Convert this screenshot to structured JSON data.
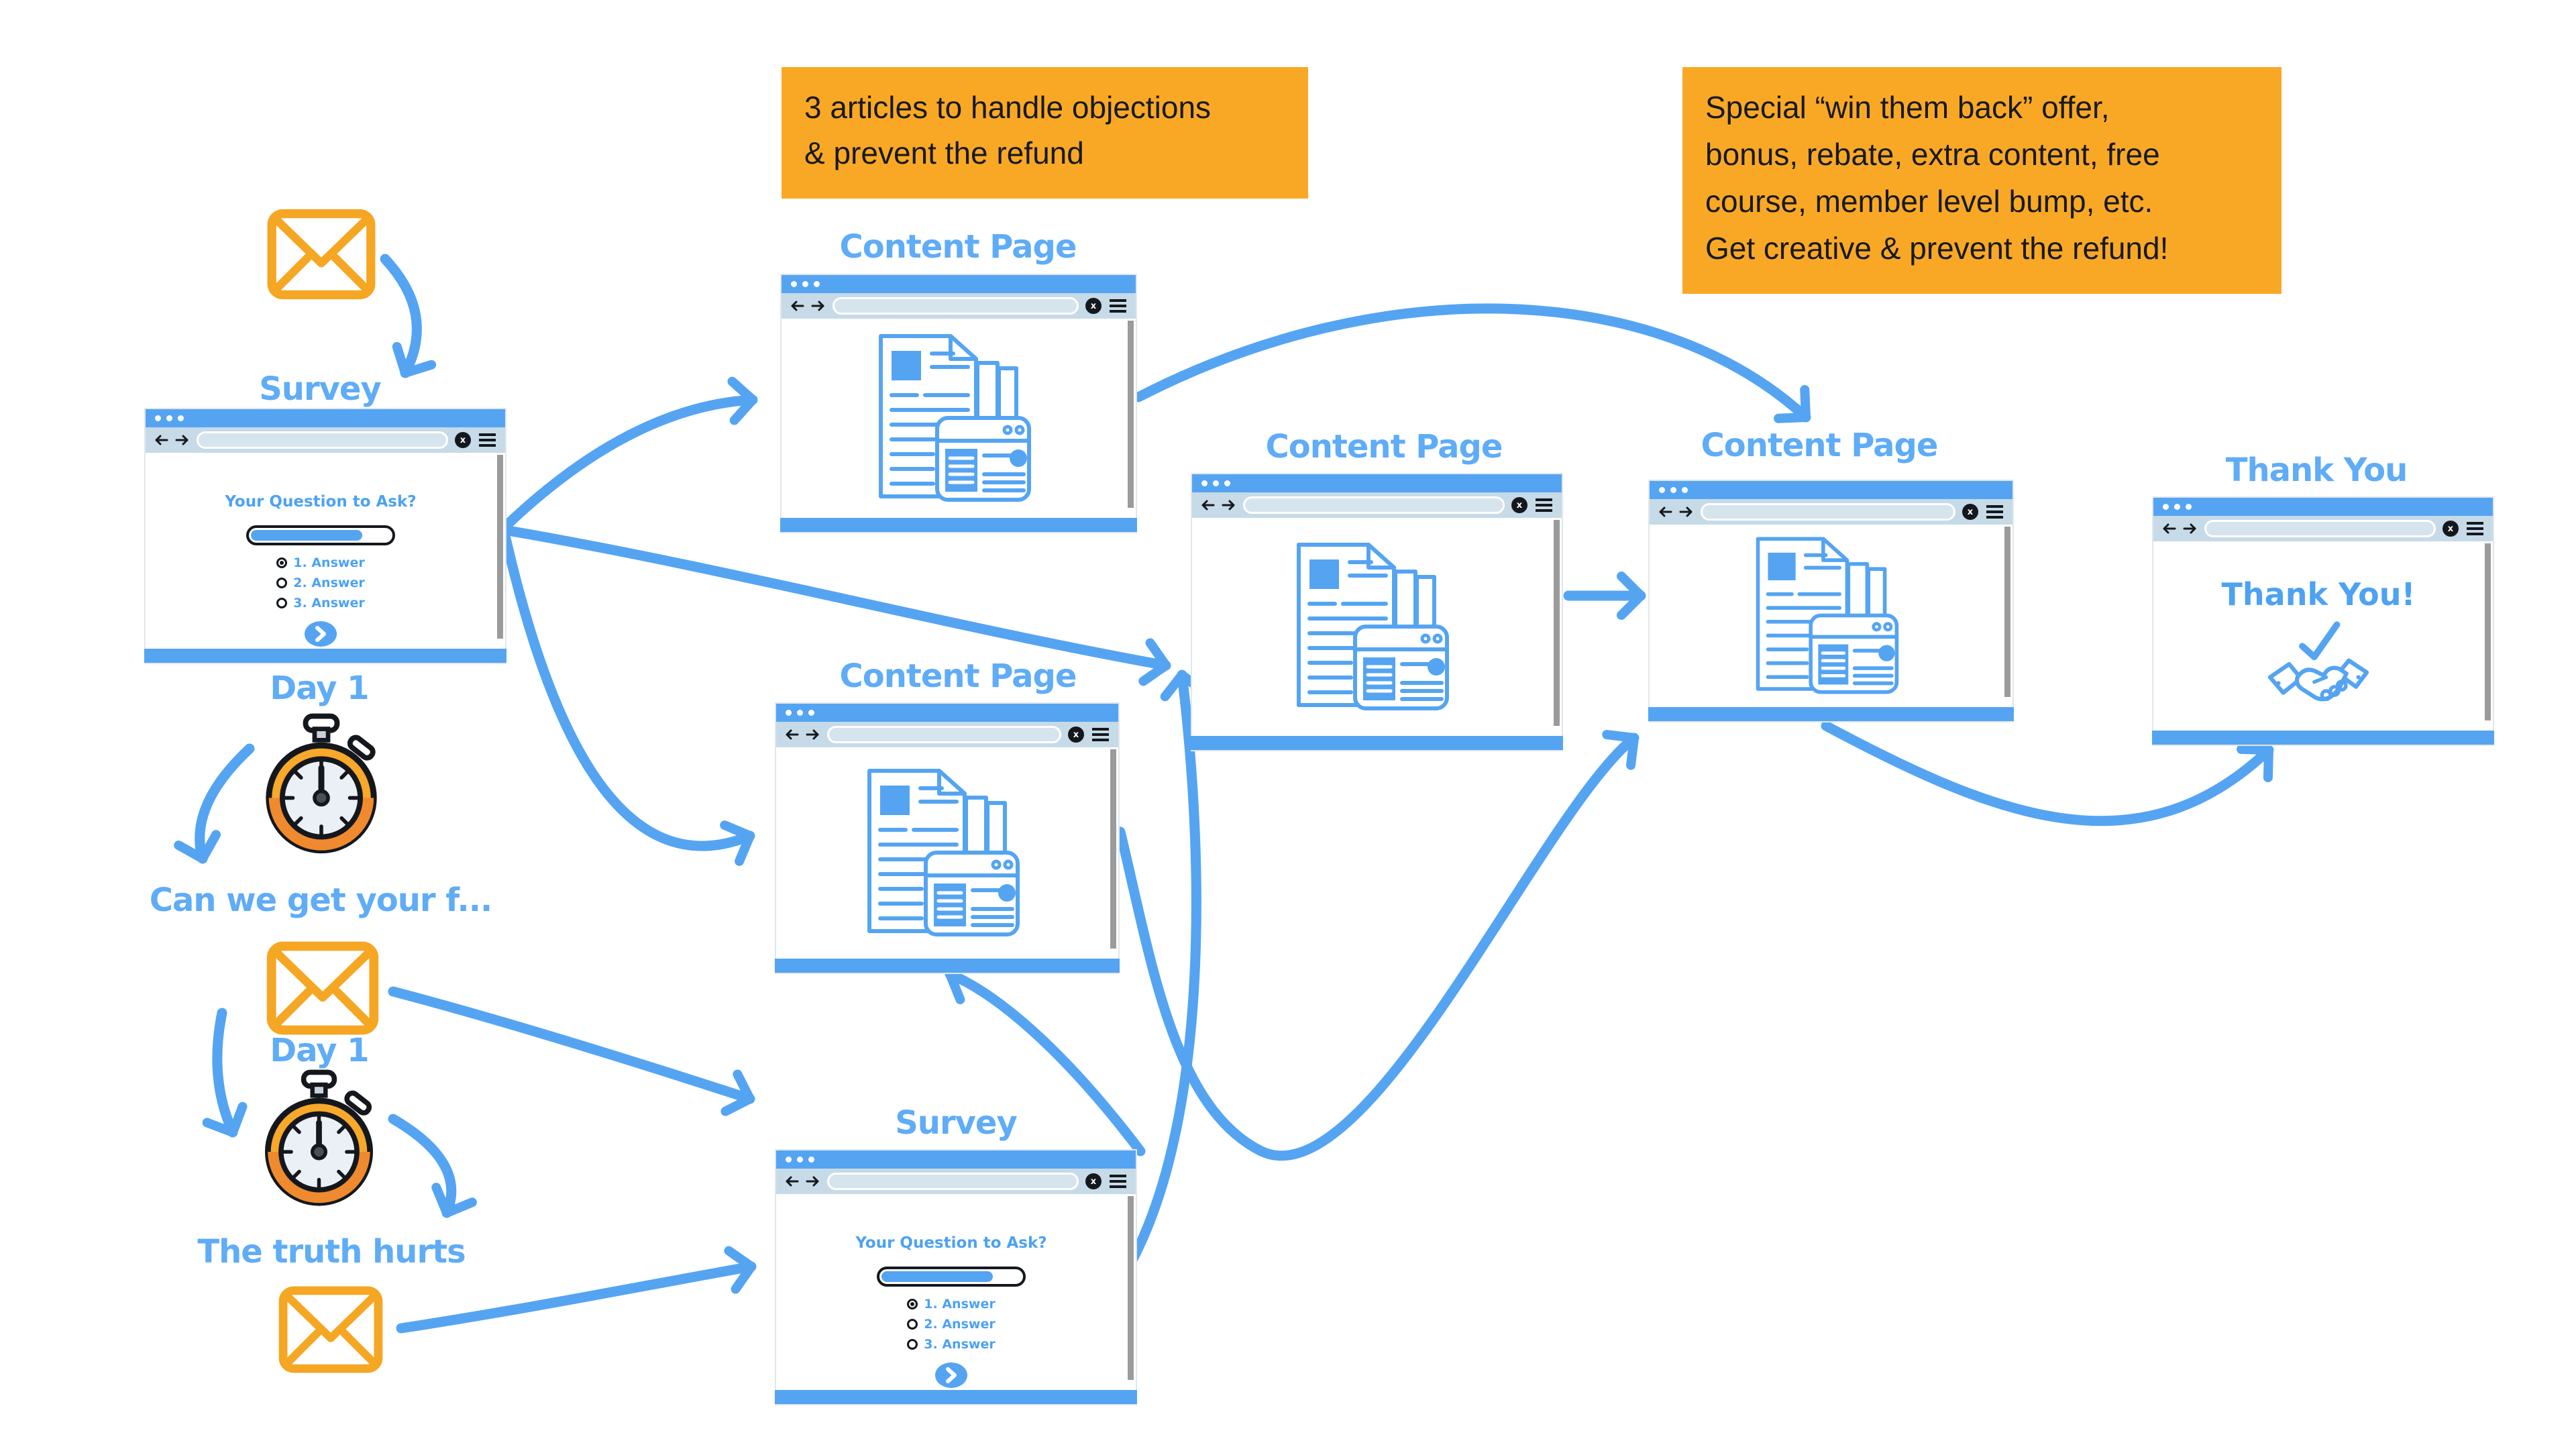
{
  "palette": {
    "blue": "#55A4F2",
    "label_blue": "#5FACF7",
    "toolbar_gray": "#C7DAE7",
    "note_orange": "#F9A826",
    "envelope_orange": "#F5A623",
    "stopwatch_orange": "#F8A82B",
    "ink": "#14181D",
    "scrollbar_gray": "#9B9B9B"
  },
  "notes": {
    "objections": "3 articles to handle objections\n& prevent the refund",
    "winback": "Special “win them back” offer,\nbonus, rebate, extra content, free\ncourse, member level bump, etc.\nGet creative & prevent the refund!"
  },
  "labels": {
    "survey_top": "Survey",
    "day1_first": "Day 1",
    "feedback_email": "Can we get your f...",
    "day1_second": "Day 1",
    "truth_email": "The truth hurts",
    "content_page_top": "Content Page",
    "content_page_left": "Content Page",
    "content_page_mid": "Content Page",
    "content_page_right": "Content Page",
    "thank_you": "Thank You",
    "survey_bottom": "Survey"
  },
  "survey": {
    "question": "Your Question to Ask?",
    "options": [
      "1. Answer",
      "2. Answer",
      "3. Answer"
    ],
    "selected_option": "1. Answer",
    "progress_pct": 80
  },
  "thank_you_page": {
    "heading": "Thank You!"
  },
  "browser": {
    "close_glyph": "x"
  },
  "icons": {
    "email": "envelope-icon",
    "wait": "stopwatch-icon",
    "documents": "document-stack-icon",
    "celebrate": "handshake-check-icon",
    "back": "back-arrow-icon",
    "forward": "forward-arrow-icon",
    "close": "close-icon",
    "menu": "hamburger-menu-icon",
    "next": "chevron-right-icon"
  }
}
